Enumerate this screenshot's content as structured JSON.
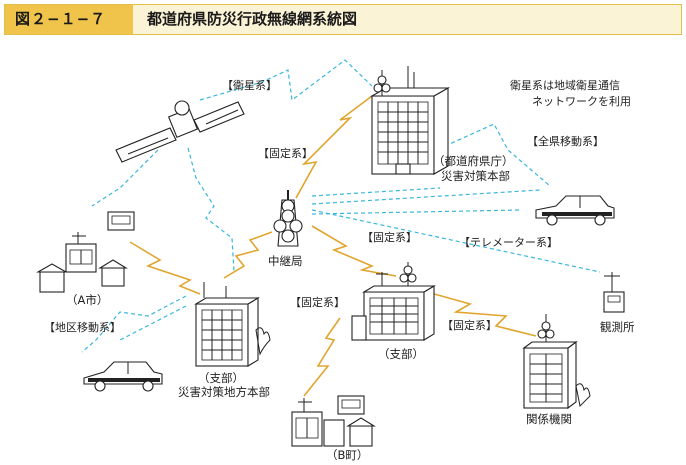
{
  "header": {
    "figure_label": "図２−１−７",
    "title": "都道府県防災行政無線網系統図"
  },
  "labels": {
    "satellite_system": "【衛星系】",
    "satellite_note_line1": "衛星系は地域衛星通信",
    "satellite_note_line2": "ネットワークを利用",
    "fixed_1": "【固定系】",
    "fixed_2": "【固定系】",
    "fixed_3": "【固定系】",
    "fixed_4": "【固定系】",
    "prefectural_mobile": "【全県移動系】",
    "telemeter": "【テレメーター系】",
    "regional_mobile": "【地区移動系】"
  },
  "nodes": {
    "hq_line1": "（都道府県庁）",
    "hq_line2": "災害対策本部",
    "relay": "中継局",
    "city_a": "（A市）",
    "branch_office": "（支部）",
    "branch_hq_line1": "（支部）",
    "branch_hq_line2": "災害対策地方本部",
    "observatory": "観測所",
    "related_org": "関係機関",
    "town_b": "（B町）"
  },
  "colors": {
    "header_bg": "#fbf3d5",
    "figure_label_bg": "#f0c44b",
    "satellite_link": "#3ab6dd",
    "fixed_link": "#e1a52e"
  }
}
